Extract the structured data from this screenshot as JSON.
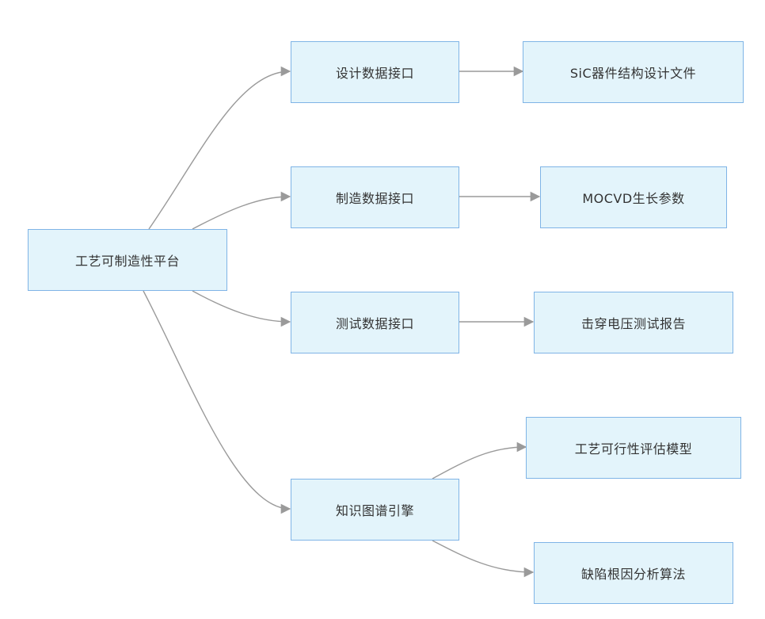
{
  "diagram": {
    "type": "flowchart-left-to-right",
    "colors": {
      "node_fill": "#e3f4fb",
      "node_border": "#7fb4e6",
      "edge": "#9a9a9a",
      "text": "#333333"
    },
    "nodes": {
      "platform": "工艺可制造性平台",
      "design_interface": "设计数据接口",
      "manufacturing_interface": "制造数据接口",
      "test_interface": "测试数据接口",
      "knowledge_engine": "知识图谱引擎",
      "sic_design_files": "SiC器件结构设计文件",
      "mocvd_params": "MOCVD生长参数",
      "breakdown_report": "击穿电压测试报告",
      "feasibility_model": "工艺可行性评估模型",
      "defect_algorithm": "缺陷根因分析算法"
    },
    "edges": [
      {
        "from": "platform",
        "to": "design_interface"
      },
      {
        "from": "platform",
        "to": "manufacturing_interface"
      },
      {
        "from": "platform",
        "to": "test_interface"
      },
      {
        "from": "platform",
        "to": "knowledge_engine"
      },
      {
        "from": "design_interface",
        "to": "sic_design_files"
      },
      {
        "from": "manufacturing_interface",
        "to": "mocvd_params"
      },
      {
        "from": "test_interface",
        "to": "breakdown_report"
      },
      {
        "from": "knowledge_engine",
        "to": "feasibility_model"
      },
      {
        "from": "knowledge_engine",
        "to": "defect_algorithm"
      }
    ]
  }
}
